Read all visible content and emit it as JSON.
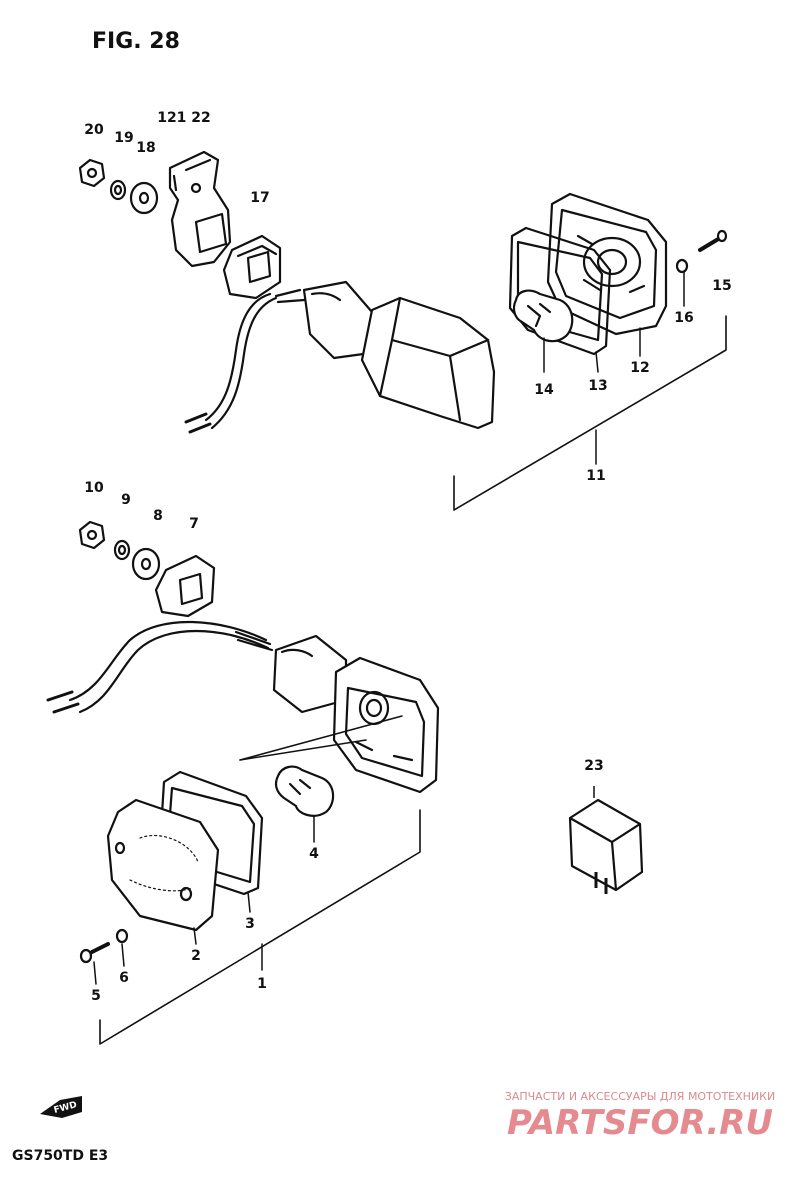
{
  "figure_title": "FIG. 28",
  "model_code": "GS750TD E3",
  "fwd_badge": "FWD",
  "watermark": {
    "tagline": "ЗАПЧАСТИ И АКСЕССУАРЫ ДЛЯ МОТОТЕХНИКИ",
    "brand": "PARTSFOR.RU"
  },
  "callouts": {
    "p1": "1",
    "p2": "2",
    "p3": "3",
    "p4": "4",
    "p5": "5",
    "p6": "6",
    "p7": "7",
    "p8": "8",
    "p9": "9",
    "p10": "10",
    "p11": "11",
    "p12": "12",
    "p13": "13",
    "p14": "14",
    "p15": "15",
    "p16": "16",
    "p17": "17",
    "p18": "18",
    "p19": "19",
    "p20": "20",
    "p21_22": "121 22",
    "p23": "23"
  },
  "colors": {
    "line": "#111111",
    "watermark": "#e58a8f"
  }
}
